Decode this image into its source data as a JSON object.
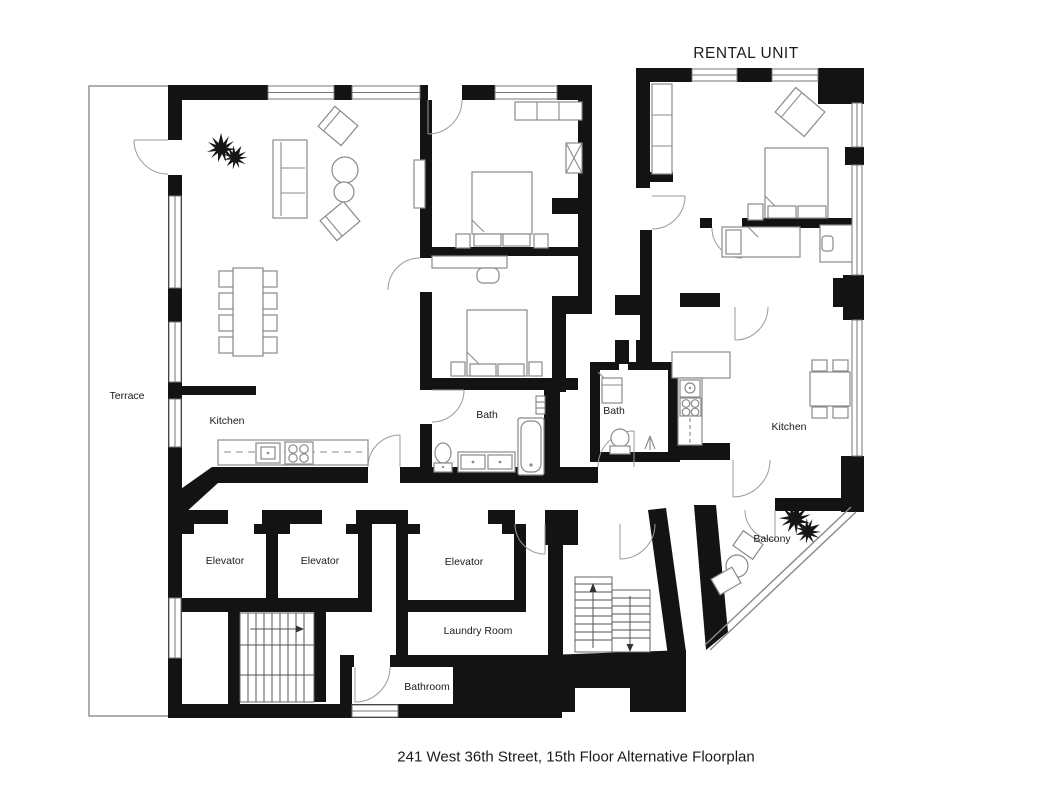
{
  "page": {
    "background": "#ffffff",
    "wall_color": "#131313",
    "furniture_line_color": "#8a8a8a",
    "text_color": "#1b1b1b"
  },
  "header": {
    "title": "RENTAL UNIT"
  },
  "footer": {
    "caption": "241 West 36th Street, 15th Floor Alternative Floorplan"
  },
  "floorplan": {
    "rooms": [
      {
        "id": "terrace",
        "label": "Terrace"
      },
      {
        "id": "kitchen-main",
        "label": "Kitchen"
      },
      {
        "id": "bath-main",
        "label": "Bath"
      },
      {
        "id": "bath-rental",
        "label": "Bath"
      },
      {
        "id": "kitchen-rental",
        "label": "Kitchen"
      },
      {
        "id": "elevator-1",
        "label": "Elevator"
      },
      {
        "id": "elevator-2",
        "label": "Elevator"
      },
      {
        "id": "elevator-3",
        "label": "Elevator"
      },
      {
        "id": "laundry-room",
        "label": "Laundry Room"
      },
      {
        "id": "bathroom",
        "label": "Bathroom"
      },
      {
        "id": "balcony",
        "label": "Balcony"
      }
    ],
    "features": [
      "sofa",
      "armchairs",
      "coffee-tables",
      "dining-table-8-chairs",
      "kitchen-counter",
      "stove",
      "sink",
      "bed",
      "pillows",
      "nightstands",
      "closet",
      "desk",
      "bathtub",
      "toilet",
      "vanity",
      "stairs",
      "plants",
      "balcony-table",
      "dining-table-4-chairs",
      "windows",
      "door-swings"
    ]
  }
}
